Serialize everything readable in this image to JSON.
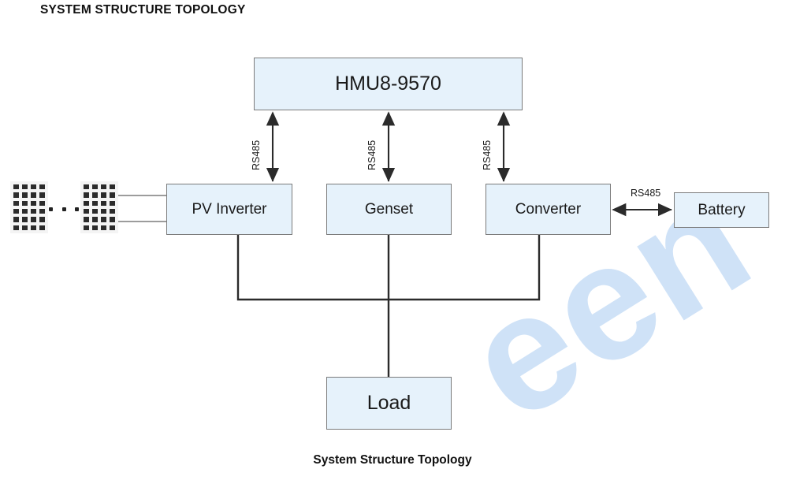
{
  "page": {
    "title": "SYSTEM STRUCTURE TOPOLOGY",
    "caption": "System Structure Topology",
    "watermark_text": "een",
    "background_color": "#ffffff",
    "watermark_color": "#cfe2f7"
  },
  "style": {
    "node_fill": "#e6f2fb",
    "node_border": "#7b7b7b",
    "wire_color": "#2b2b2b",
    "panel_cell_color": "#2b2b2b",
    "text_color": "#1a1a1a"
  },
  "nodes": {
    "controller": {
      "label": "HMU8-9570"
    },
    "pv_inverter": {
      "label": "PV Inverter"
    },
    "genset": {
      "label": "Genset"
    },
    "converter": {
      "label": "Converter"
    },
    "battery": {
      "label": "Battery"
    },
    "load": {
      "label": "Load"
    }
  },
  "links": [
    {
      "id": "hmu-pv",
      "label": "RS485",
      "from": "controller",
      "to": "pv_inverter",
      "orientation": "vertical",
      "arrows": "both"
    },
    {
      "id": "hmu-genset",
      "label": "RS485",
      "from": "controller",
      "to": "genset",
      "orientation": "vertical",
      "arrows": "both"
    },
    {
      "id": "hmu-conv",
      "label": "RS485",
      "from": "controller",
      "to": "converter",
      "orientation": "vertical",
      "arrows": "both"
    },
    {
      "id": "conv-battery",
      "label": "RS485",
      "from": "converter",
      "to": "battery",
      "orientation": "horizontal",
      "arrows": "both"
    }
  ],
  "power_bus": {
    "sources": [
      "pv_inverter",
      "genset",
      "converter"
    ],
    "sink": "load",
    "arrows": "none"
  },
  "solar_array": {
    "panel_count_shown": 2,
    "continuation_marker": "...",
    "panel_grid": {
      "columns": 4,
      "rows": 6
    },
    "connections_to_pv_inverter": 2
  }
}
